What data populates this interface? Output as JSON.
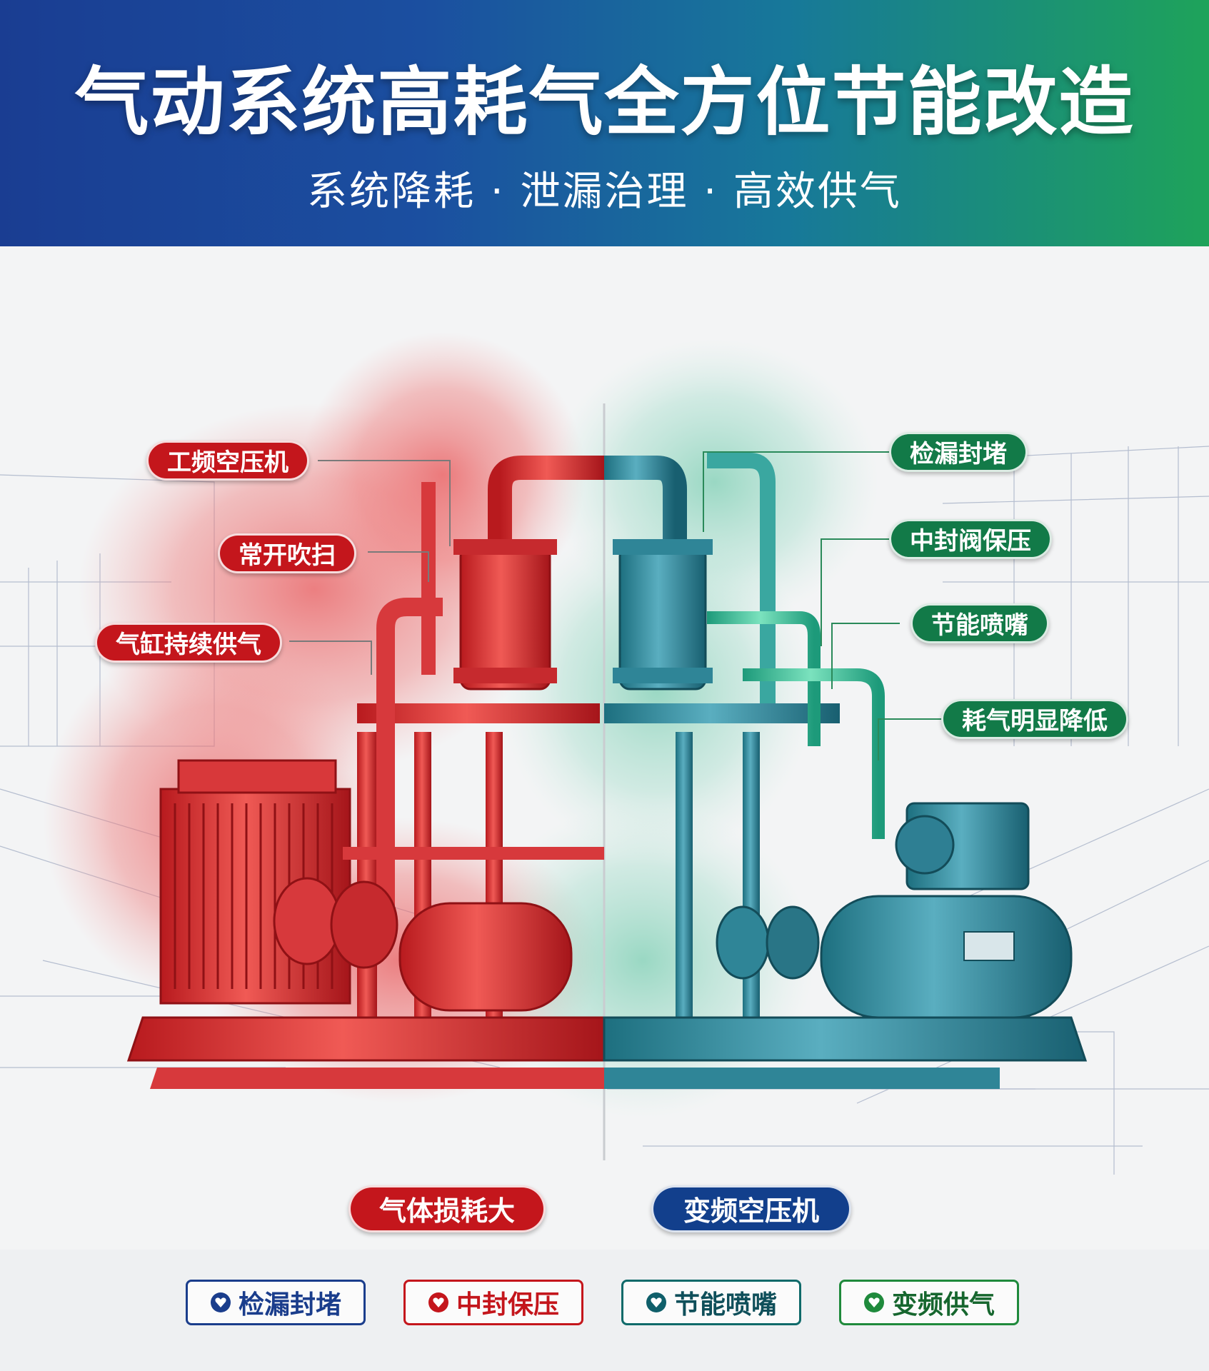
{
  "header": {
    "title": "气动系统高耗气全方位节能改造",
    "subtitle": "系统降耗 · 泄漏治理 · 高效供气"
  },
  "left_callouts": {
    "c1": "工频空压机",
    "c2": "常开吹扫",
    "c3": "气缸持续供气",
    "bottom": "气体损耗大"
  },
  "right_callouts": {
    "c1": "检漏封堵",
    "c2": "中封阀保压",
    "c3": "节能喷嘴",
    "c4": "耗气明显降低",
    "bottom": "变频空压机"
  },
  "badges": [
    {
      "label": "检漏封堵",
      "color": "#1a3d8c",
      "icon": "heart-location-icon"
    },
    {
      "label": "中封保压",
      "color": "#c4161c",
      "icon": "heart-location-icon"
    },
    {
      "label": "节能喷嘴",
      "color": "#0f6a6a",
      "icon": "heart-location-icon"
    },
    {
      "label": "变频供气",
      "color": "#1f8a3c",
      "icon": "heart-location-icon"
    }
  ],
  "colors": {
    "banner_left": "#1a3d92",
    "banner_right": "#1ea35a",
    "inefficient": "#c4161c",
    "efficient": "#127a48"
  }
}
